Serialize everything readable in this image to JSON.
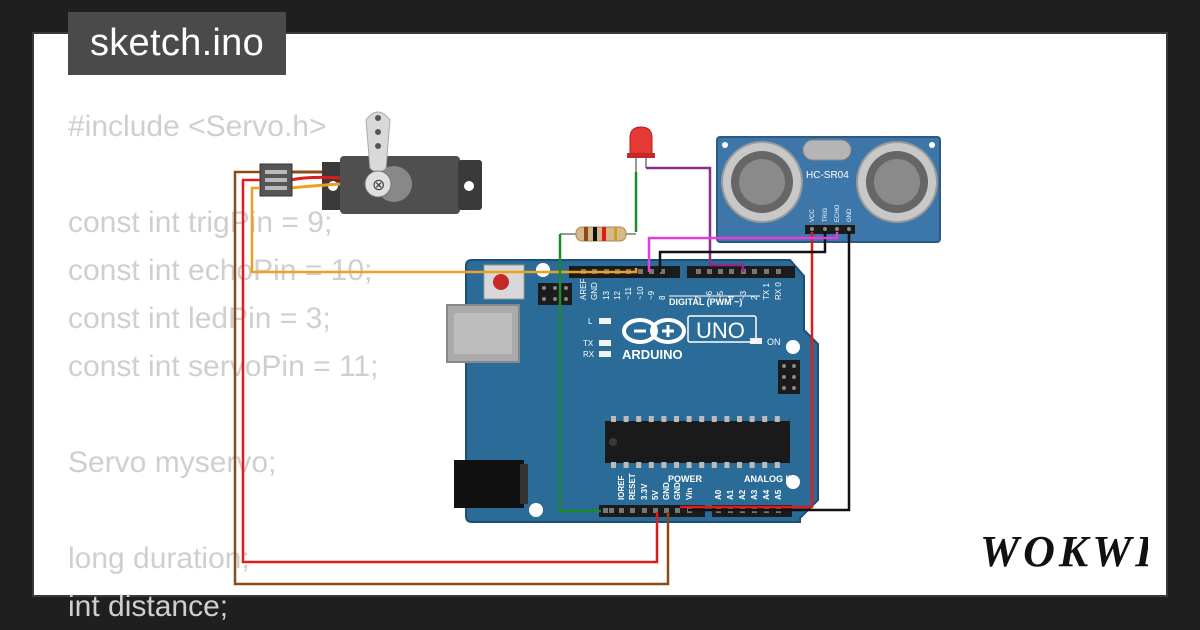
{
  "tab": {
    "filename": "sketch.ino"
  },
  "code": {
    "lines": [
      "#include <Servo.h>",
      "",
      "const int trigPin = 9;",
      "const int echoPin = 10;",
      "const int ledPin = 3;",
      "const int servoPin = 11;",
      "",
      "Servo myservo;",
      "",
      "long duration;",
      "int distance;"
    ]
  },
  "board": {
    "model": "UNO",
    "brand": "ARDUINO",
    "digital_header": "DIGITAL (PWM ~)",
    "analog_header": "ANALOG IN",
    "power_header": "POWER",
    "on_label": "ON",
    "led_l": "L",
    "led_tx": "TX",
    "led_rx": "RX",
    "digital_pins": [
      "AREF",
      "GND",
      "13",
      "12",
      "~11",
      "~10",
      "~9",
      "8",
      "7",
      "~6",
      "~5",
      "4",
      "~3",
      "2",
      "TX 1",
      "RX 0"
    ],
    "power_pins": [
      "IOREF",
      "RESET",
      "3.3V",
      "5V",
      "GND",
      "GND",
      "Vin"
    ],
    "analog_pins": [
      "A0",
      "A1",
      "A2",
      "A3",
      "A4",
      "A5"
    ]
  },
  "sensor": {
    "model": "HC-SR04",
    "pins": [
      "VCC",
      "TRIG",
      "ECHO",
      "GND"
    ]
  },
  "brand_logo": "WOKWI",
  "colors": {
    "background": "#1f1f1f",
    "card": "#ffffff",
    "tab_bg": "#4a4a4a",
    "code_text": "#cfcfcf",
    "board_blue": "#2b6b97",
    "sensor_blue": "#3d76a8",
    "wire_red": "#e01b1b",
    "wire_black": "#111111",
    "wire_brown": "#8b4a17",
    "wire_green": "#1e8a2a",
    "wire_purple": "#8e2c8e",
    "wire_magenta": "#e03fd8",
    "wire_orange": "#f0a020"
  }
}
